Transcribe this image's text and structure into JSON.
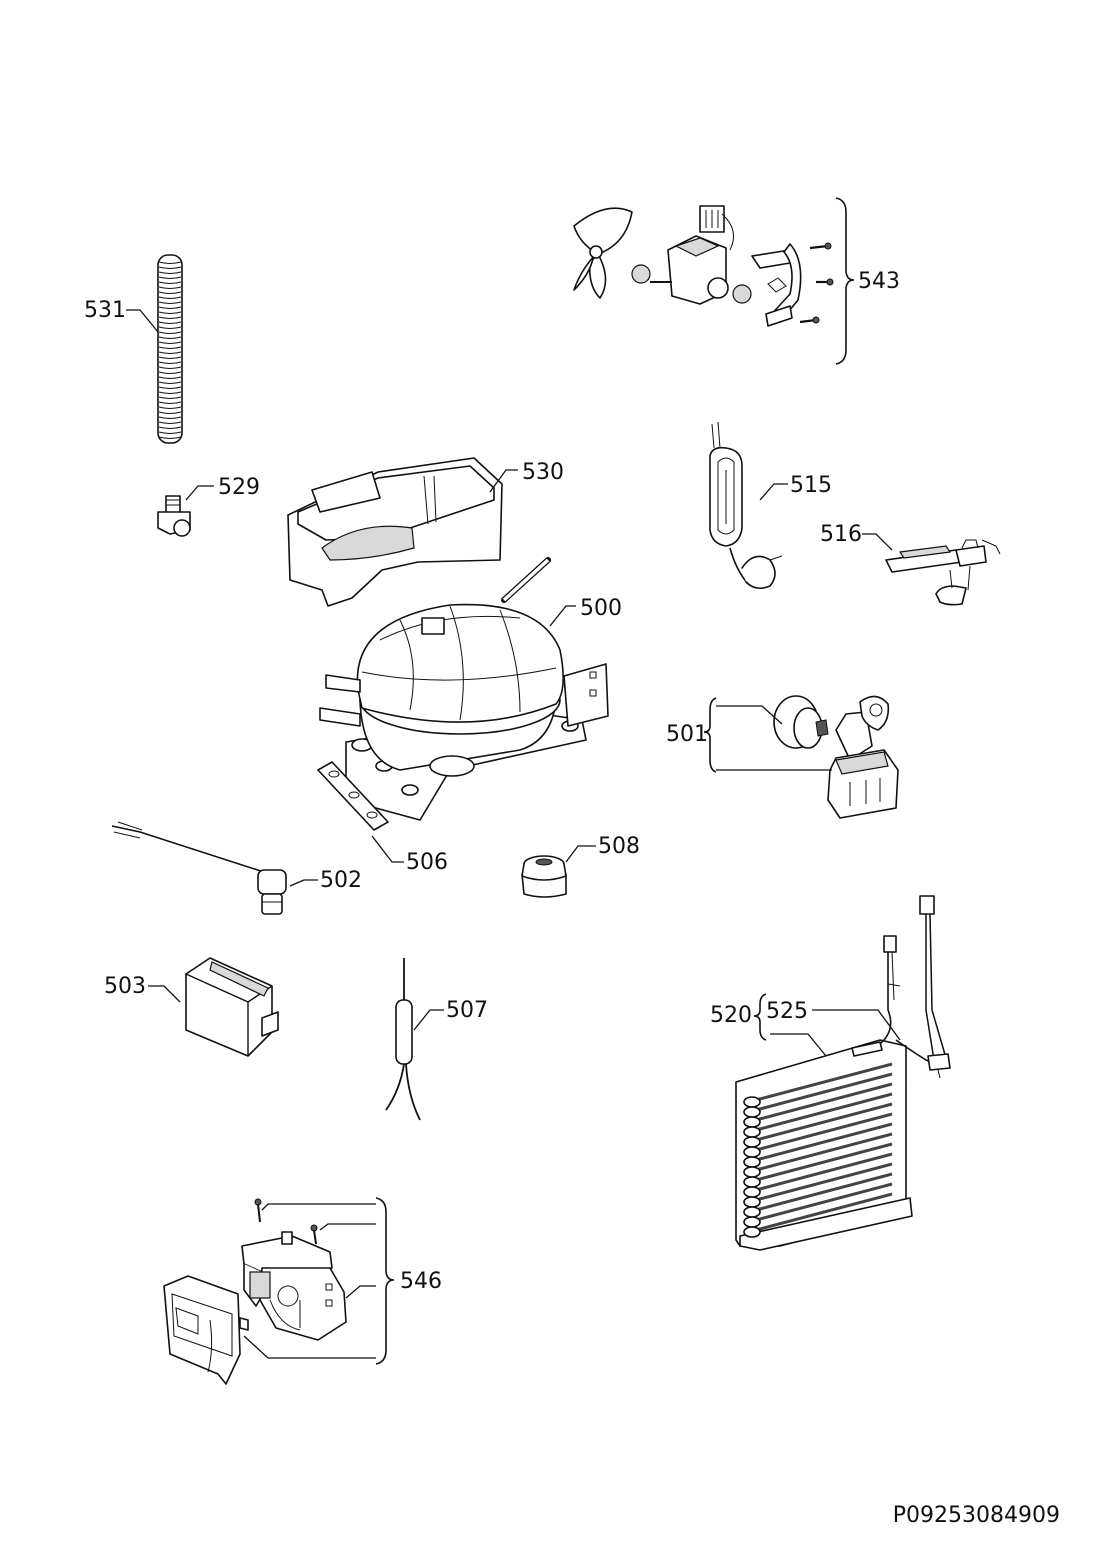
{
  "callouts": {
    "c500": "500",
    "c501": "501",
    "c502": "502",
    "c503": "503",
    "c506": "506",
    "c507": "507",
    "c508": "508",
    "c515": "515",
    "c516": "516",
    "c520": "520",
    "c525": "525",
    "c529": "529",
    "c530": "530",
    "c531": "531",
    "c543": "543",
    "c546": "546"
  },
  "drawing_code": "P09253084909",
  "colors": {
    "line": "#111111",
    "background": "#ffffff",
    "shade": "#d9d9d9"
  }
}
